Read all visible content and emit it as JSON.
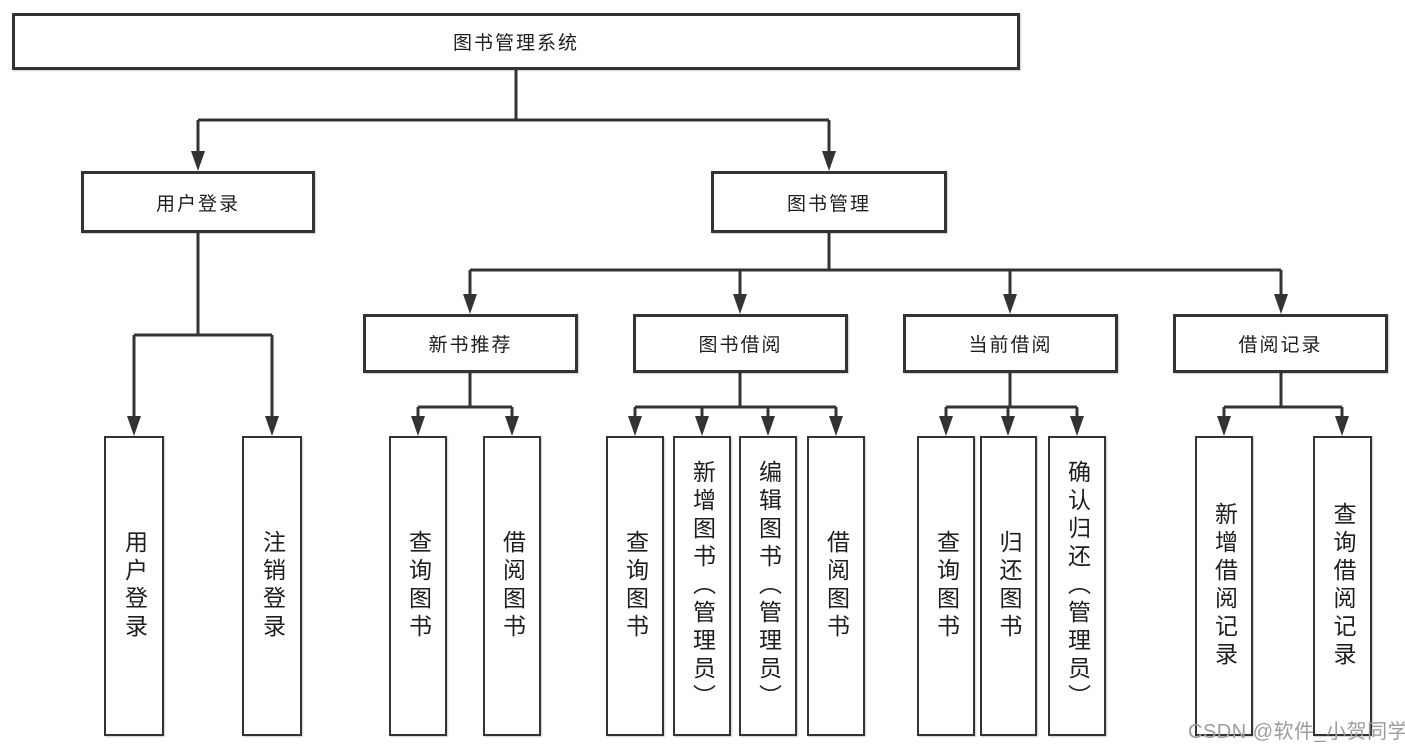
{
  "diagram": {
    "root": {
      "label": "图书管理系统"
    },
    "level2": {
      "user_login": {
        "label": "用户登录"
      },
      "book_management": {
        "label": "图书管理"
      }
    },
    "level3": {
      "new_book_recommend": {
        "label": "新书推荐"
      },
      "book_borrow": {
        "label": "图书借阅"
      },
      "current_borrow": {
        "label": "当前借阅"
      },
      "borrow_records": {
        "label": "借阅记录"
      }
    },
    "leaves": {
      "user_login": {
        "label": "用户登录",
        "parent": "用户登录"
      },
      "logout": {
        "label": "注销登录",
        "parent": "用户登录"
      },
      "recommend_query_books": {
        "label": "查询图书",
        "parent": "新书推荐"
      },
      "recommend_borrow_books": {
        "label": "借阅图书",
        "parent": "新书推荐"
      },
      "borrow_query_books": {
        "label": "查询图书",
        "parent": "图书借阅"
      },
      "add_books_admin": {
        "label": "新增图书（管理员）",
        "parent": "图书借阅"
      },
      "edit_books_admin": {
        "label": "编辑图书（管理员）",
        "parent": "图书借阅"
      },
      "borrow_books": {
        "label": "借阅图书",
        "parent": "图书借阅"
      },
      "current_query_books": {
        "label": "查询图书",
        "parent": "当前借阅"
      },
      "return_books": {
        "label": "归还图书",
        "parent": "当前借阅"
      },
      "confirm_return_admin": {
        "label": "确认归还（管理员）",
        "parent": "当前借阅"
      },
      "add_borrow_record": {
        "label": "新增借阅记录",
        "parent": "借阅记录"
      },
      "query_borrow_record": {
        "label": "查询借阅记录",
        "parent": "借阅记录"
      }
    },
    "colors": {
      "line": "#333333",
      "text": "#1e1e1e",
      "watermark": "#9d9da1",
      "background": "#ffffff"
    }
  },
  "watermark": {
    "text": "CSDN @软件_小贺同学"
  }
}
